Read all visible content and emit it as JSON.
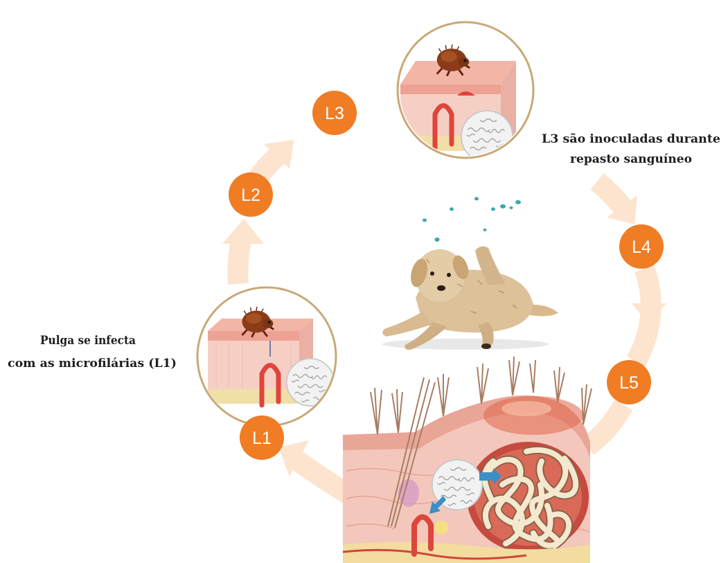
{
  "stages": [
    {
      "label": "L1"
    },
    {
      "label": "L2"
    },
    {
      "label": "L3"
    },
    {
      "label": "L4"
    },
    {
      "label": "L5"
    }
  ],
  "annotations": {
    "flea_infection": {
      "line1": "Pulga se infecta",
      "line2": "com as microfilárias (L1)"
    },
    "l3_inoculation": {
      "line1": "L3 são inoculadas durante",
      "line2": "repasto sanguíneo"
    }
  },
  "icons": [
    "flea-icon",
    "microfilaria-icon",
    "dog-illustration",
    "skin-section-illustration",
    "adult-worm-tangle-icon"
  ],
  "colors": {
    "stage_fill": "#f07c24",
    "stage_text": "#ffffff",
    "cycle_arrow": "#fde4cf",
    "inset_border": "#c9a877",
    "text": "#1e1e1e"
  }
}
